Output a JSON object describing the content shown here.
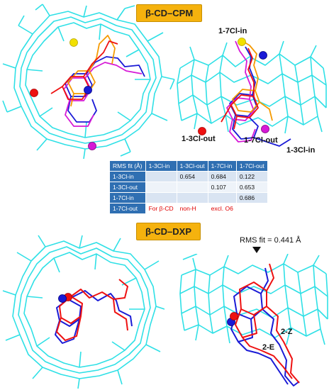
{
  "panels": {
    "top_title": "β-CD–CPM",
    "bottom_title": "β-CD–DXP"
  },
  "labels": {
    "cl7_in": "1-7Cl-in",
    "cl3_out": "1-3Cl-out",
    "cl7_out": "1-7Cl-out",
    "cl3_in": "1-3Cl-in",
    "rms_fit": "RMS fit = 0.441 Å",
    "z_isomer": "2-Z",
    "e_isomer": "2-E"
  },
  "table": {
    "corner": "RMS fit (Å)",
    "col_headers": [
      "1-3Cl-in",
      "1-3Cl-out",
      "1-7Cl-in",
      "1-7Cl-out"
    ],
    "rows": [
      {
        "label": "1-3Cl-in",
        "cells": [
          "",
          "0.654",
          "0.684",
          "0.122"
        ]
      },
      {
        "label": "1-3Cl-out",
        "cells": [
          "",
          "",
          "0.107",
          "0.653"
        ]
      },
      {
        "label": "1-7Cl-in",
        "cells": [
          "",
          "",
          "",
          "0.686"
        ]
      },
      {
        "label": "1-7Cl-out",
        "cells": [
          "For β-CD",
          "non-H",
          "excl. O6",
          ""
        ]
      }
    ]
  },
  "colors": {
    "cyclodextrin": "#2fe0e6",
    "blue": "#1a1ad6",
    "magenta": "#d61ad6",
    "orange": "#f59a00",
    "red": "#ee1111",
    "yellow": "#f2e000",
    "title_bg": "#f5b20e",
    "table_header": "#2f6fb2"
  }
}
